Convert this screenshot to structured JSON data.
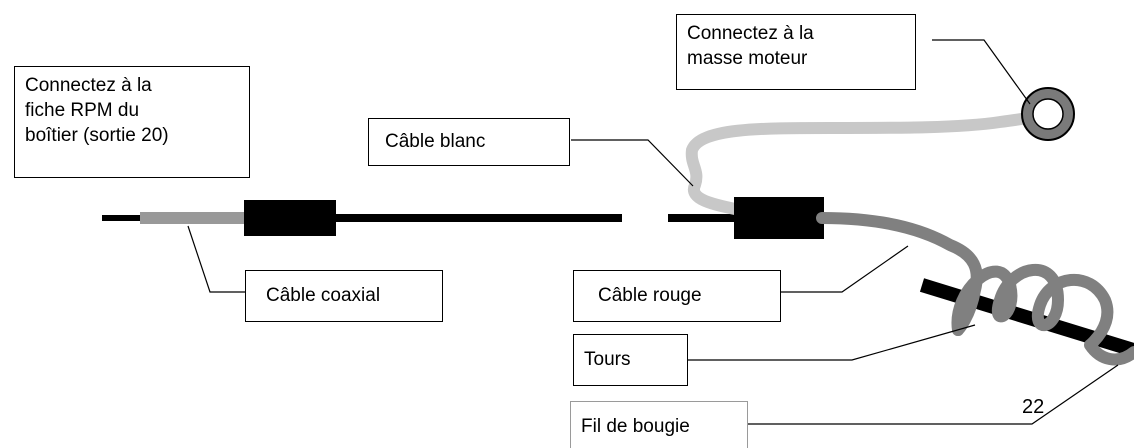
{
  "labels": {
    "rpm_plug": "Connectez à la\nfiche RPM du\nboîtier (sortie 20)",
    "engine_ground": "Connectez à la\nmasse moteur",
    "white_cable": "Câble blanc",
    "coax_cable": "Câble coaxial",
    "red_cable": "Câble rouge",
    "turns": "Tours",
    "spark_plug_wire": "Fil de bougie"
  },
  "page_number": "22",
  "colors": {
    "black_cable": "#000000",
    "coax_shield": "#999999",
    "white_cable": "#c8c8c8",
    "red_cable": "#808080",
    "ring_fill": "#7a7a7a",
    "ring_hole": "#ffffff"
  }
}
